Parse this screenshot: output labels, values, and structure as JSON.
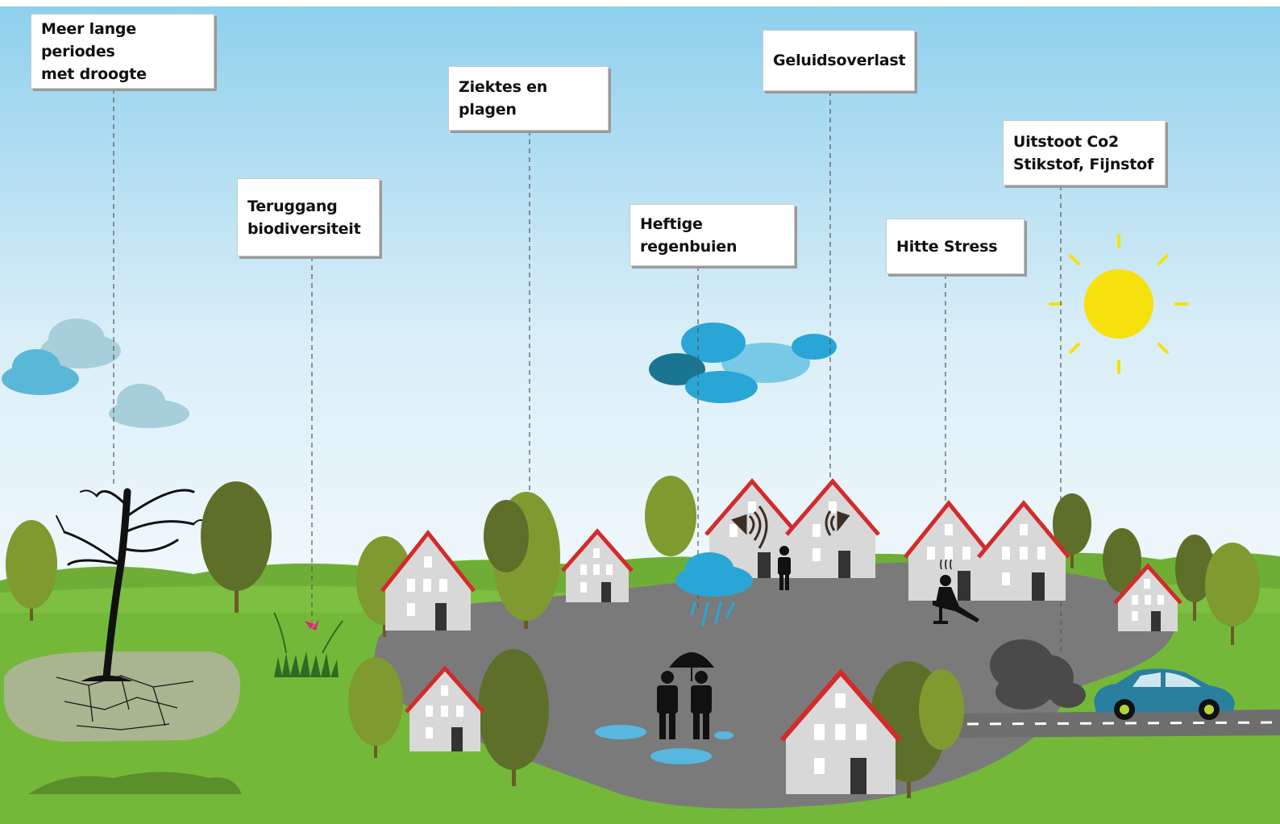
{
  "labels": {
    "drought": "Meer lange periodes\nmet droogte",
    "biodiversity": "Teruggang\nbiodiversiteit",
    "diseases": "Ziektes en plagen",
    "rain": "Heftige regenbuien",
    "noise": "Geluidsoverlast",
    "heat": "Hitte Stress",
    "emissions": "Uitstoot Co2\nStikstof, Fijnstof"
  },
  "colors": {
    "sky_top": "#8fd0ec",
    "sky_bottom": "#eef7fb",
    "grass": "#74b83a",
    "road": "#7a7a7a",
    "roof": "#d42a2a",
    "sun": "#f7e10c",
    "car": "#2a7f9e",
    "tree_dark": "#5e6f2a",
    "tree_light": "#7f9a2f"
  },
  "icons": [
    "dead-tree-icon",
    "cracked-soil-icon",
    "butterfly-icon",
    "rain-cloud-icon",
    "umbrella-people-icon",
    "speaker-icon",
    "heat-person-icon",
    "smoke-icon",
    "car-icon",
    "sun-icon"
  ]
}
